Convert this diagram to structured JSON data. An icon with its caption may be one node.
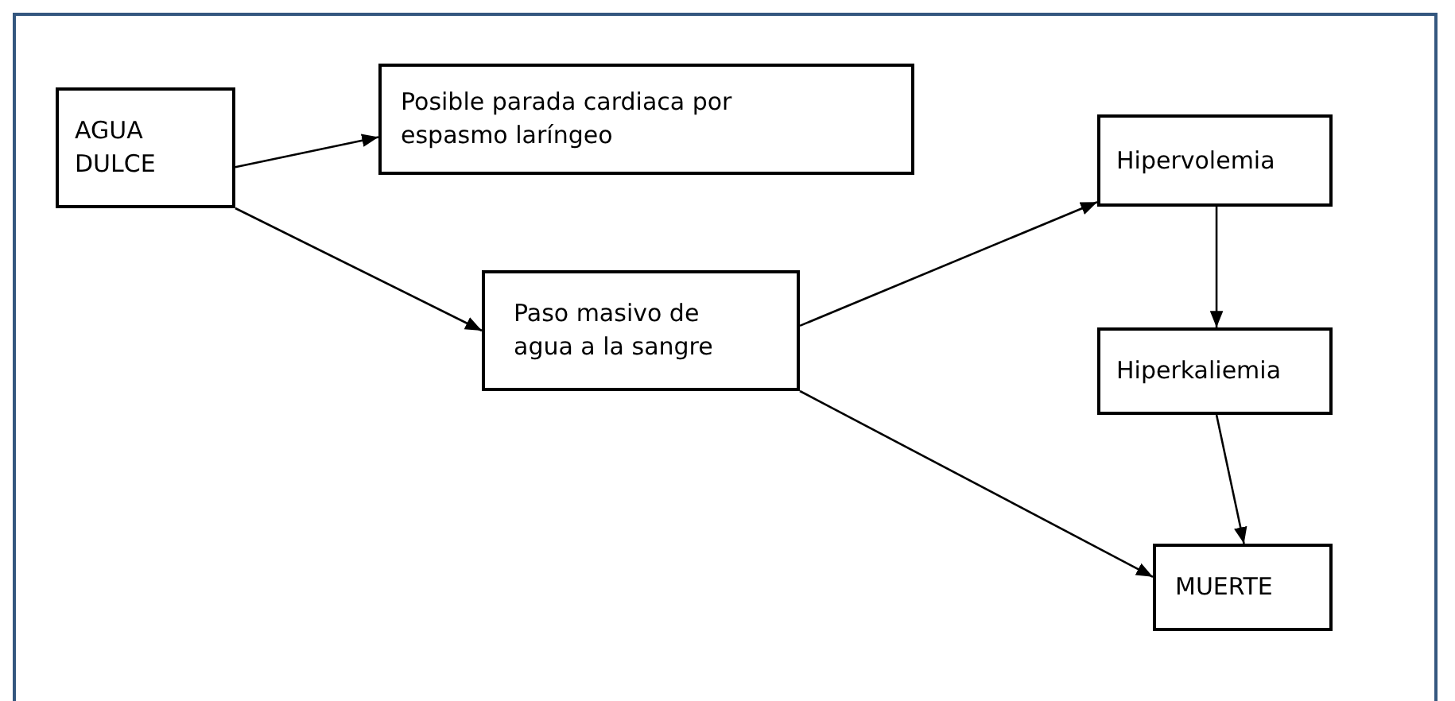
{
  "diagram": {
    "nodes": [
      {
        "text": [
          "AGUA DULCE"
        ]
      },
      {
        "text": [
          "Posible parada cardiaca por espasmo laríngeo"
        ]
      },
      {
        "text": [
          "Paso masivo de agua a la sangre"
        ]
      },
      {
        "text": [
          "Hipervolemia"
        ]
      },
      {
        "text": [
          "Hiperkaliemia"
        ]
      },
      {
        "text": [
          "MUERTE"
        ]
      }
    ],
    "edges": [
      {
        "from": 0,
        "to": 1,
        "arrow": "to"
      },
      {
        "from": 0,
        "to": 2,
        "arrow": "to"
      },
      {
        "from": 2,
        "to": 3,
        "arrow": "to"
      },
      {
        "from": 3,
        "to": 4,
        "arrow": "to"
      },
      {
        "from": 4,
        "to": 5,
        "arrow": "to"
      },
      {
        "from": 2,
        "to": 5,
        "arrow": "to"
      }
    ]
  }
}
